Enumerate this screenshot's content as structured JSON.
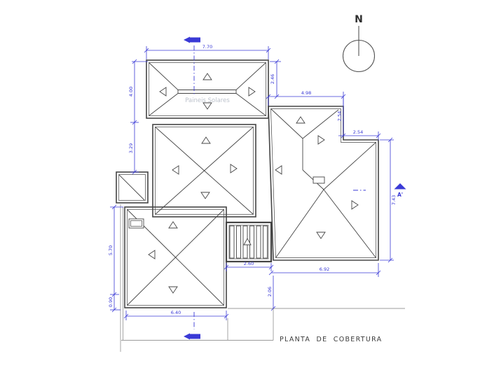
{
  "drawing": {
    "title": "PLANTA DE COBERTURA",
    "north_label": "N",
    "solar_label": "Paineis Solares",
    "section_a_label": "A'"
  },
  "dimensions": {
    "top_width": "7.70",
    "left_upper": "4.00",
    "left_lower": "3.29",
    "right_top": "2.46",
    "upper_right_width": "4.98",
    "step_height": "2.54",
    "step_width": "2.54",
    "right_height": "7.43",
    "pergola_width": "2.60",
    "bottom_right_width": "6.92",
    "bottom_offset": "2.06",
    "left_height": "5.70",
    "left_eave": "0.90",
    "bottom_left_width": "6.40"
  },
  "colors": {
    "dimension_blue": "#3a3ad6",
    "line_gray": "#454545",
    "hatch_gray": "#d6d8da",
    "muted_label": "#bcc2cc"
  }
}
